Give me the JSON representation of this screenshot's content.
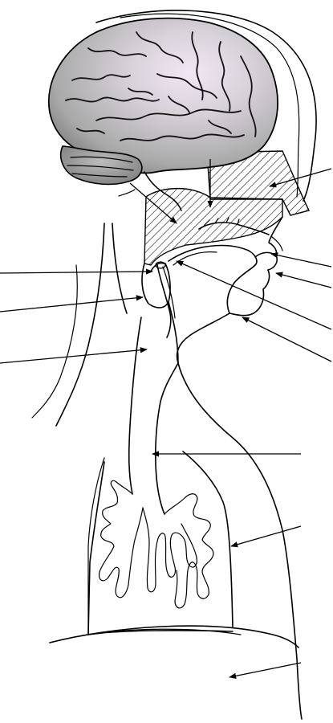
{
  "diagram": {
    "kind": "unlabeled anatomy diagram of the human head, vocal tract and lungs",
    "label_lines": [
      {
        "id": "nasal-cavity",
        "side": "right"
      },
      {
        "id": "hard-palate",
        "side": "right"
      },
      {
        "id": "upper-lip",
        "side": "right"
      },
      {
        "id": "lower-lip",
        "side": "right"
      },
      {
        "id": "tongue",
        "side": "right"
      },
      {
        "id": "oral-cavity",
        "side": "right"
      },
      {
        "id": "trachea",
        "side": "right"
      },
      {
        "id": "lungs",
        "side": "right"
      },
      {
        "id": "diaphragm",
        "side": "right"
      },
      {
        "id": "velum",
        "side": "left"
      },
      {
        "id": "epiglottis",
        "side": "left"
      },
      {
        "id": "larynx",
        "side": "left"
      }
    ]
  },
  "colors": {
    "ink": "#000000",
    "background": "#ffffff",
    "brain_fill": "#c9c9c9",
    "brain_highlight": "#e6d3ea"
  }
}
